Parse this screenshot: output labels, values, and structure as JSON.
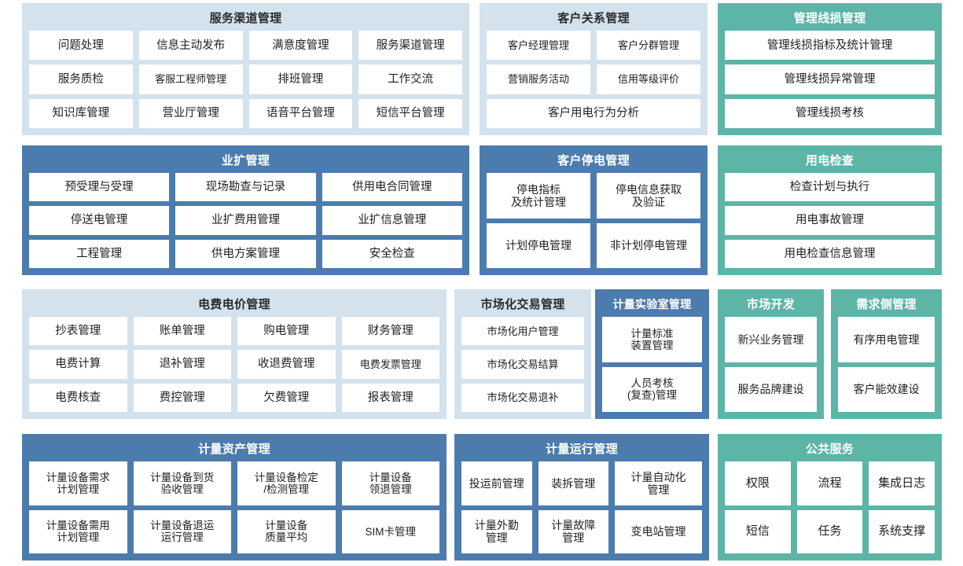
{
  "colors": {
    "blue_light": "#d3e2ed",
    "blue_dark": "#4c7cae",
    "teal": "#5cb5a7",
    "cell_bg": "#ffffff",
    "text_dark": "#222222",
    "text_light": "#ffffff",
    "page_bg": "#ffffff"
  },
  "panels": {
    "service_channel": {
      "title": "服务渠道管理",
      "theme": "blue-light",
      "rows": [
        [
          "问题处理",
          "信息主动发布",
          "满意度管理",
          "服务渠道管理"
        ],
        [
          "服务质检",
          "客服工程师管理",
          "排班管理",
          "工作交流"
        ],
        [
          "知识库管理",
          "营业厅管理",
          "语音平台管理",
          "短信平台管理"
        ]
      ]
    },
    "customer_relationship": {
      "title": "客户关系管理",
      "theme": "blue-light",
      "rows": [
        [
          "客户经理管理",
          "客户分群管理"
        ],
        [
          "营销服务活动",
          "信用等级评价"
        ],
        [
          "客户用电行为分析"
        ]
      ]
    },
    "line_loss": {
      "title": "管理线损管理",
      "theme": "teal",
      "rows": [
        [
          "管理线损指标及统计管理"
        ],
        [
          "管理线损异常管理"
        ],
        [
          "管理线损考核"
        ]
      ]
    },
    "business_expansion": {
      "title": "业扩管理",
      "theme": "blue-dark",
      "rows": [
        [
          "预受理与受理",
          "现场勘查与记录",
          "供用电合同管理"
        ],
        [
          "停送电管理",
          "业扩费用管理",
          "业扩信息管理"
        ],
        [
          "工程管理",
          "供电方案管理",
          "安全检查"
        ]
      ]
    },
    "customer_outage": {
      "title": "客户停电管理",
      "theme": "blue-dark",
      "rows": [
        [
          "停电指标\n及统计管理",
          "停电信息获取\n及验证"
        ],
        [
          "计划停电管理",
          "非计划停电管理"
        ]
      ]
    },
    "power_inspection": {
      "title": "用电检查",
      "theme": "teal",
      "rows": [
        [
          "检查计划与执行"
        ],
        [
          "用电事故管理"
        ],
        [
          "用电检查信息管理"
        ]
      ]
    },
    "tariff": {
      "title": "电费电价管理",
      "theme": "blue-light",
      "rows": [
        [
          "抄表管理",
          "账单管理",
          "购电管理",
          "财务管理"
        ],
        [
          "电费计算",
          "退补管理",
          "收退费管理",
          "电费发票管理"
        ],
        [
          "电费核查",
          "费控管理",
          "欠费管理",
          "报表管理"
        ]
      ]
    },
    "market_trading": {
      "title": "市场化交易管理",
      "theme": "blue-light",
      "rows": [
        [
          "市场化用户管理"
        ],
        [
          "市场化交易结算"
        ],
        [
          "市场化交易退补"
        ]
      ]
    },
    "metering_lab": {
      "title": "计量实验室管理",
      "theme": "blue-dark",
      "rows": [
        [
          "计量标准\n装置管理"
        ],
        [
          "人员考核\n(复查)管理"
        ]
      ]
    },
    "market_development": {
      "title": "市场开发",
      "theme": "teal",
      "rows": [
        [
          "新兴业务管理"
        ],
        [
          "服务品牌建设"
        ]
      ]
    },
    "demand_side": {
      "title": "需求侧管理",
      "theme": "teal",
      "rows": [
        [
          "有序用电管理"
        ],
        [
          "客户能效建设"
        ]
      ]
    },
    "metering_asset": {
      "title": "计量资产管理",
      "theme": "blue-dark",
      "rows": [
        [
          "计量设备需求\n计划管理",
          "计量设备到货\n验收管理",
          "计量设备检定\n/检测管理",
          "计量设备\n领退管理"
        ],
        [
          "计量设备需用\n计划管理",
          "计量设备退运\n运行管理",
          "计量设备\n质量平均",
          "SIM卡管理"
        ]
      ]
    },
    "metering_operation": {
      "title": "计量运行管理",
      "theme": "blue-dark",
      "rows": [
        [
          "投运前管理",
          "装拆管理",
          "计量自动化\n管理"
        ],
        [
          "计量外勤\n管理",
          "计量故障\n管理",
          "变电站管理"
        ]
      ]
    },
    "public_service": {
      "title": "公共服务",
      "theme": "teal",
      "rows": [
        [
          "权限",
          "流程",
          "集成日志"
        ],
        [
          "短信",
          "任务",
          "系统支撑"
        ]
      ]
    }
  }
}
